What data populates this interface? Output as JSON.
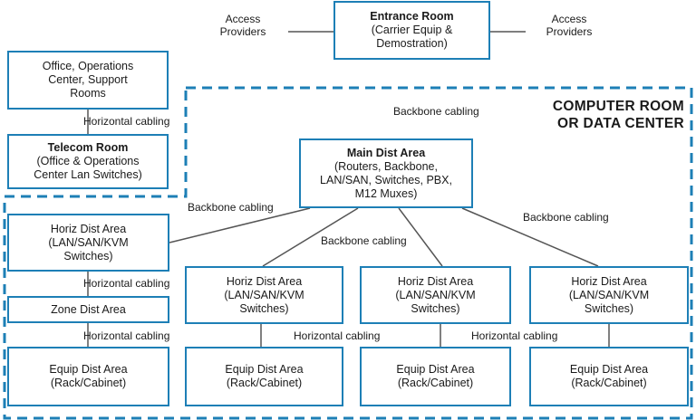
{
  "colors": {
    "box_border": "#1d7fb6",
    "dashed_region": "#1d7fb6",
    "lines": "#555555"
  },
  "top": {
    "entrance_room": {
      "title": "Entrance Room",
      "line1": "(Carrier Equip &",
      "line2": "Demostration)"
    },
    "access_left": {
      "line1": "Access",
      "line2": "Providers"
    },
    "access_right": {
      "line1": "Access",
      "line2": "Providers"
    }
  },
  "office": {
    "line1": "Office, Operations",
    "line2": "Center, Support",
    "line3": "Rooms"
  },
  "office_telecom_cabling": "Horizontal cabling",
  "telecom_room": {
    "title": "Telecom Room",
    "line1": "(Office & Operations",
    "line2": "Center Lan Switches)"
  },
  "computer_room_heading": {
    "line1": "COMPUTER ROOM",
    "line2": "OR DATA CENTER"
  },
  "backbone_labels": {
    "top": "Backbone cabling",
    "left": "Backbone cabling",
    "middle": "Backbone cabling",
    "right": "Backbone cabling"
  },
  "main_dist_area": {
    "title": "Main Dist Area",
    "line1": "(Routers, Backbone,",
    "line2": "LAN/SAN, Switches, PBX,",
    "line3": "M12 Muxes)"
  },
  "horiz_dist_areas": [
    {
      "line1": "Horiz Dist Area",
      "line2": "(LAN/SAN/KVM",
      "line3": "Switches)"
    },
    {
      "line1": "Horiz Dist Area",
      "line2": "(LAN/SAN/KVM",
      "line3": "Switches)"
    },
    {
      "line1": "Horiz Dist Area",
      "line2": "(LAN/SAN/KVM",
      "line3": "Switches)"
    },
    {
      "line1": "Horiz Dist Area",
      "line2": "(LAN/SAN/KVM",
      "line3": "Switches)"
    }
  ],
  "zone_dist_area": "Zone Dist Area",
  "horizontal_labels": {
    "left_upper": "Horizontal cabling",
    "left_lower": "Horizontal cabling",
    "col2": "Horizontal cabling",
    "col3": "Horizontal cabling"
  },
  "equip_dist_areas": [
    {
      "line1": "Equip Dist Area",
      "line2": "(Rack/Cabinet)"
    },
    {
      "line1": "Equip Dist Area",
      "line2": "(Rack/Cabinet)"
    },
    {
      "line1": "Equip Dist Area",
      "line2": "(Rack/Cabinet)"
    },
    {
      "line1": "Equip Dist Area",
      "line2": "(Rack/Cabinet)"
    }
  ]
}
